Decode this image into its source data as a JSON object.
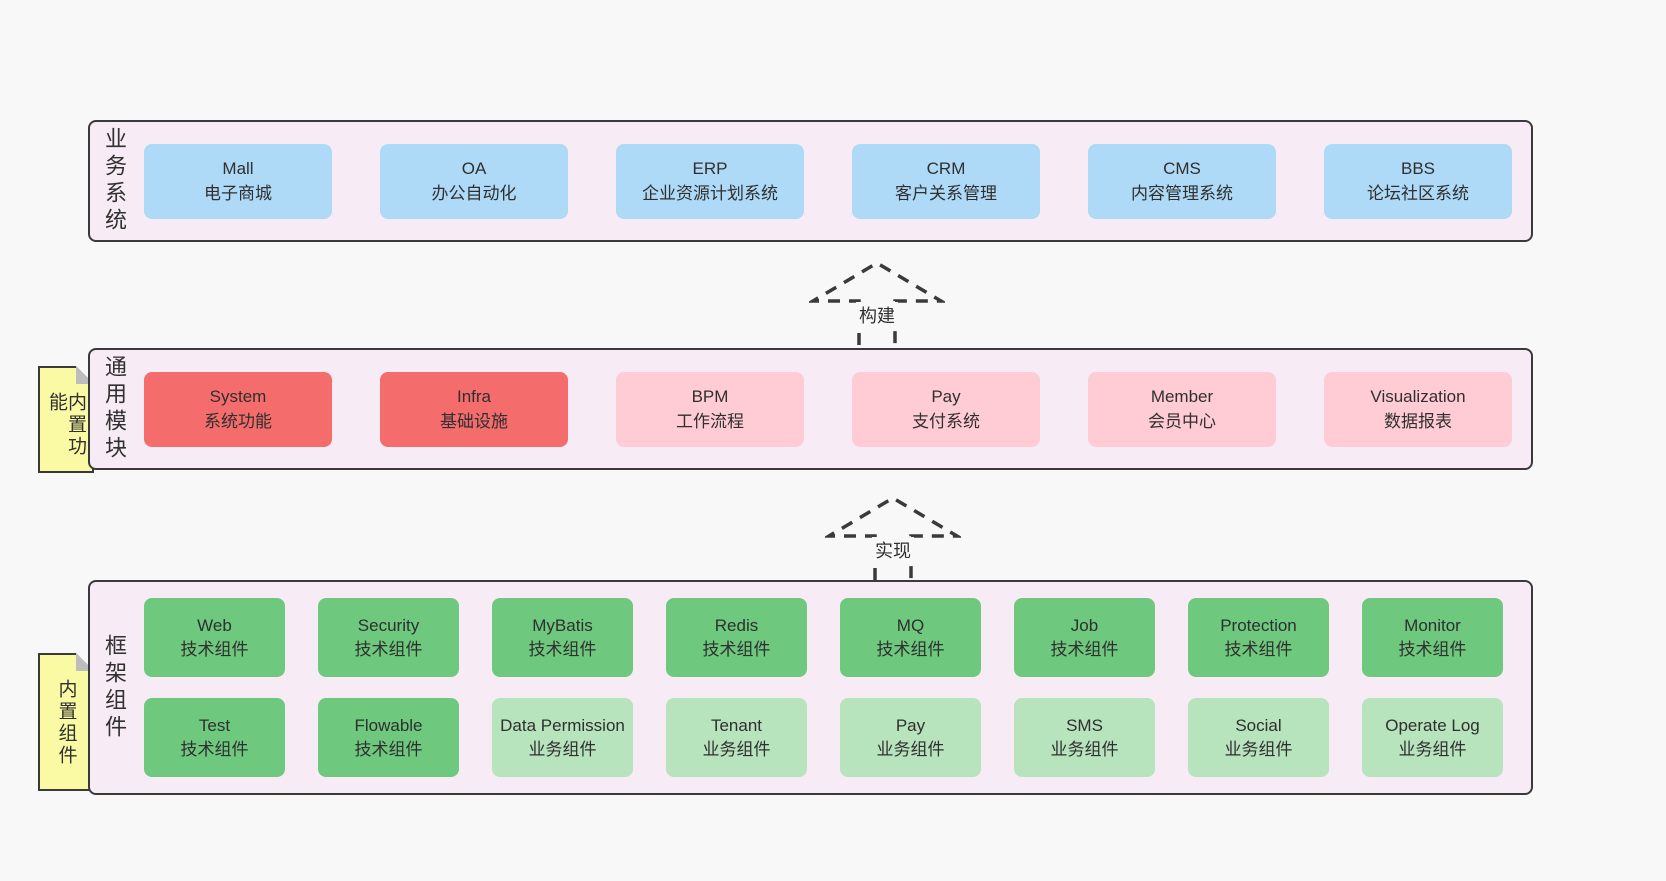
{
  "colors": {
    "page_bg": "#f8f8f8",
    "container_bg": "#f7ecf5",
    "border": "#3a3a3a",
    "blue_box": "#aedaf7",
    "red_box": "#f56c6c",
    "pink_box": "#ffccd5",
    "green_box": "#6ec87e",
    "light_green_box": "#b7e3bd",
    "note_yellow": "#fafaa5",
    "text": "#2f2f2f"
  },
  "arrows": [
    {
      "label": "构建"
    },
    {
      "label": "实现"
    }
  ],
  "bands": [
    {
      "label": "业务系统",
      "boxes": [
        {
          "title": "Mall",
          "subtitle": "电子商城",
          "variant": "blue"
        },
        {
          "title": "OA",
          "subtitle": "办公自动化",
          "variant": "blue"
        },
        {
          "title": "ERP",
          "subtitle": "企业资源计划系统",
          "variant": "blue"
        },
        {
          "title": "CRM",
          "subtitle": "客户关系管理",
          "variant": "blue"
        },
        {
          "title": "CMS",
          "subtitle": "内容管理系统",
          "variant": "blue"
        },
        {
          "title": "BBS",
          "subtitle": "论坛社区系统",
          "variant": "blue"
        }
      ]
    },
    {
      "label": "通用模块",
      "note": "内置功能",
      "boxes": [
        {
          "title": "System",
          "subtitle": "系统功能",
          "variant": "red"
        },
        {
          "title": "Infra",
          "subtitle": "基础设施",
          "variant": "red"
        },
        {
          "title": "BPM",
          "subtitle": "工作流程",
          "variant": "pink"
        },
        {
          "title": "Pay",
          "subtitle": "支付系统",
          "variant": "pink"
        },
        {
          "title": "Member",
          "subtitle": "会员中心",
          "variant": "pink"
        },
        {
          "title": "Visualization",
          "subtitle": "数据报表",
          "variant": "pink"
        }
      ]
    },
    {
      "label": "框架组件",
      "note": "内置组件",
      "rows": [
        [
          {
            "title": "Web",
            "subtitle": "技术组件",
            "variant": "green"
          },
          {
            "title": "Security",
            "subtitle": "技术组件",
            "variant": "green"
          },
          {
            "title": "MyBatis",
            "subtitle": "技术组件",
            "variant": "green"
          },
          {
            "title": "Redis",
            "subtitle": "技术组件",
            "variant": "green"
          },
          {
            "title": "MQ",
            "subtitle": "技术组件",
            "variant": "green"
          },
          {
            "title": "Job",
            "subtitle": "技术组件",
            "variant": "green"
          },
          {
            "title": "Protection",
            "subtitle": "技术组件",
            "variant": "green"
          },
          {
            "title": "Monitor",
            "subtitle": "技术组件",
            "variant": "green"
          }
        ],
        [
          {
            "title": "Test",
            "subtitle": "技术组件",
            "variant": "green"
          },
          {
            "title": "Flowable",
            "subtitle": "技术组件",
            "variant": "green"
          },
          {
            "title": "Data Permission",
            "subtitle": "业务组件",
            "variant": "lightgreen"
          },
          {
            "title": "Tenant",
            "subtitle": "业务组件",
            "variant": "lightgreen"
          },
          {
            "title": "Pay",
            "subtitle": "业务组件",
            "variant": "lightgreen"
          },
          {
            "title": "SMS",
            "subtitle": "业务组件",
            "variant": "lightgreen"
          },
          {
            "title": "Social",
            "subtitle": "业务组件",
            "variant": "lightgreen"
          },
          {
            "title": "Operate Log",
            "subtitle": "业务组件",
            "variant": "lightgreen"
          }
        ]
      ]
    }
  ]
}
